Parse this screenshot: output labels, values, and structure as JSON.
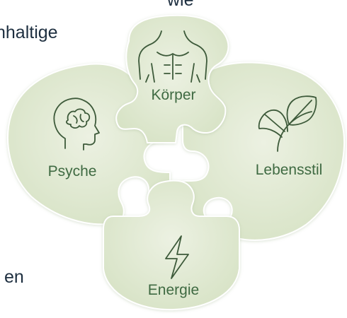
{
  "background_text": {
    "line_1": "wie",
    "line_2": "nhaltige",
    "line_3": "en"
  },
  "pieces": {
    "koerper": {
      "label": "Körper",
      "icon": "torso-icon"
    },
    "psyche": {
      "label": "Psyche",
      "icon": "brain-head-icon"
    },
    "lebensstil": {
      "label": "Lebensstil",
      "icon": "leaves-icon"
    },
    "energie": {
      "label": "Energie",
      "icon": "lightning-icon"
    }
  },
  "colors": {
    "piece_fill": "#dfe8cf",
    "piece_fill_light": "#eaf0de",
    "icon_stroke": "#3d5a3a",
    "label_text": "#3f6a42",
    "background_text": "#1e2f40"
  }
}
